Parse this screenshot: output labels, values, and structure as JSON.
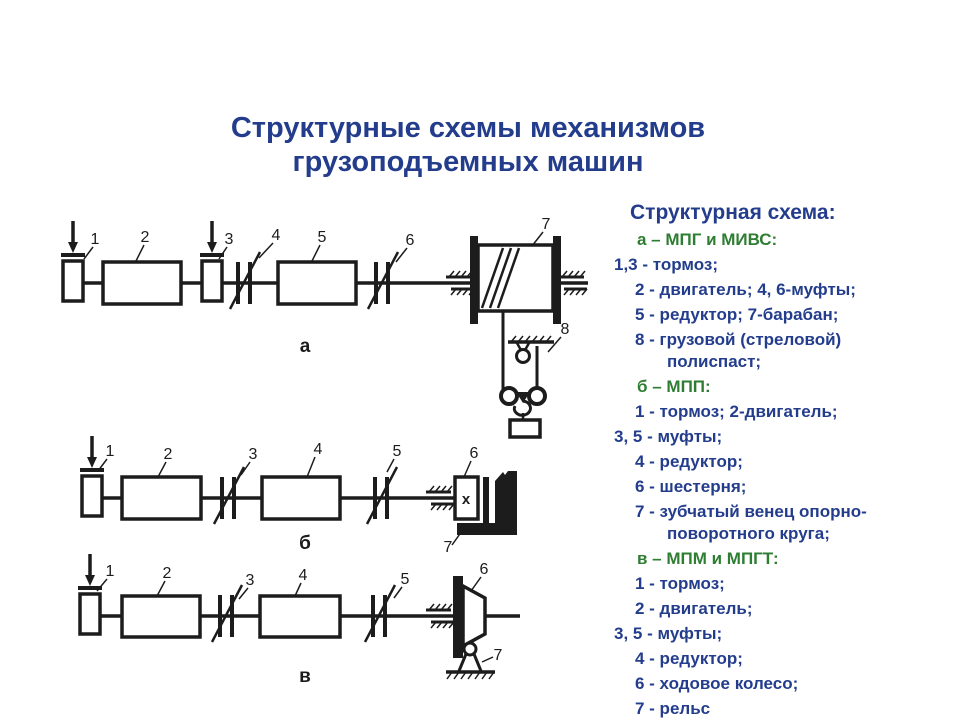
{
  "title": {
    "line1": "Структурные схемы механизмов",
    "line2": "грузоподъемных машин"
  },
  "legend": {
    "heading": "Структурная схема:",
    "lines": [
      {
        "text": "а – МПГ и МИВС:",
        "kind": "group"
      },
      {
        "text": "1,3 - тормоз;",
        "kind": "hang"
      },
      {
        "text": "2 - двигатель; 4, 6-муфты;",
        "kind": "item"
      },
      {
        "text": "5 - редуктор; 7-барабан;",
        "kind": "item"
      },
      {
        "text": "8 - грузовой (стреловой)",
        "kind": "item"
      },
      {
        "text": "полиспаст;",
        "kind": "cont"
      },
      {
        "text": "б – МПП:",
        "kind": "group"
      },
      {
        "text": "1 - тормоз; 2-двигатель;",
        "kind": "item"
      },
      {
        "text": "3, 5 - муфты;",
        "kind": "hang"
      },
      {
        "text": "4 - редуктор;",
        "kind": "item"
      },
      {
        "text": "6 - шестерня;",
        "kind": "item"
      },
      {
        "text": "7 - зубчатый венец опорно-",
        "kind": "item"
      },
      {
        "text": "поворотного круга;",
        "kind": "cont"
      },
      {
        "text": "в – МПМ и МПГТ:",
        "kind": "group"
      },
      {
        "text": "1 - тормоз;",
        "kind": "item"
      },
      {
        "text": "2 - двигатель;",
        "kind": "item"
      },
      {
        "text": "3, 5 - муфты;",
        "kind": "hang"
      },
      {
        "text": "4 - редуктор;",
        "kind": "item"
      },
      {
        "text": "6 - ходовое колесо;",
        "kind": "item"
      },
      {
        "text": "7 - рельс",
        "kind": "item"
      }
    ]
  },
  "diagrams": {
    "a": {
      "caption": "а",
      "labels": [
        "1",
        "2",
        "3",
        "4",
        "5",
        "6",
        "7",
        "8"
      ]
    },
    "b": {
      "caption": "б",
      "labels": [
        "1",
        "2",
        "3",
        "4",
        "5",
        "6",
        "7"
      ],
      "pinion_mark": "x"
    },
    "v": {
      "caption": "в",
      "labels": [
        "1",
        "2",
        "3",
        "4",
        "5",
        "6",
        "7"
      ]
    }
  },
  "colors": {
    "title_blue": "#233d8c",
    "group_green": "#2e7d32",
    "ink": "#1c1c1c",
    "background": "#ffffff"
  }
}
